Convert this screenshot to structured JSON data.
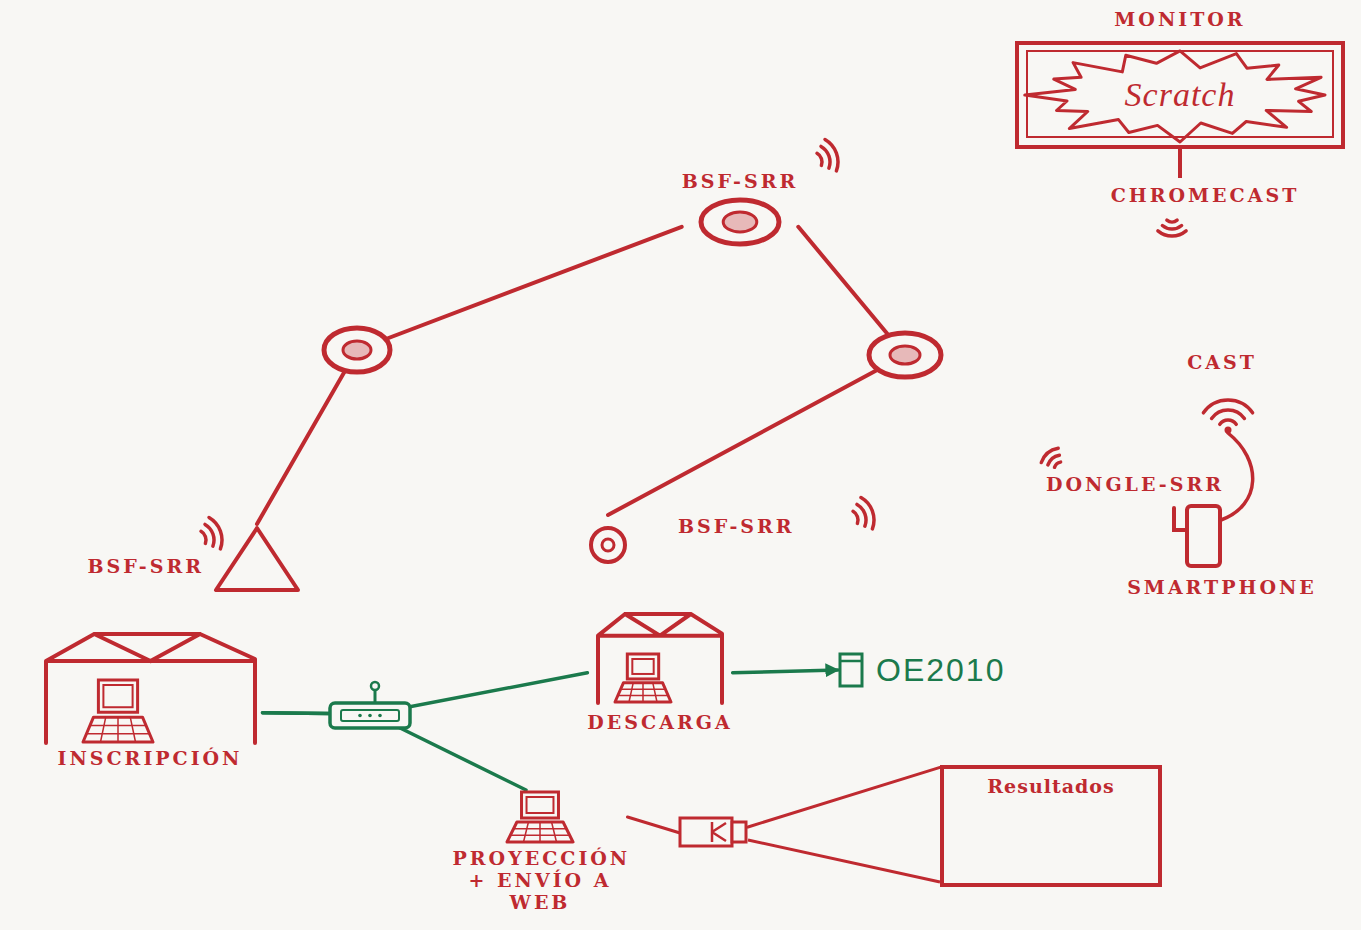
{
  "diagram": {
    "nodes": [
      {
        "text": [
          "MONITOR",
          "Scratch"
        ]
      },
      {
        "text": [
          "BSF-SRR"
        ]
      },
      {
        "text": [
          "SMARTPHONE"
        ]
      },
      {
        "text": [
          "BSF-SRR"
        ]
      },
      {
        "text": [
          "BSF-SRR"
        ]
      },
      {
        "text": [
          "INSCRIPCIÓN"
        ]
      },
      {
        "text": [
          "DESCARGA"
        ]
      },
      {
        "text": [
          "OE2010"
        ]
      },
      {
        "text": [
          "Resultados"
        ]
      },
      {
        "text": [
          "PROYECCIÓN + ENVÍO A WEB"
        ]
      }
    ],
    "edges": [
      {
        "from": 1,
        "to": 3,
        "arrow": "none"
      },
      {
        "from": 1,
        "to": 4,
        "arrow": "none"
      },
      {
        "from": 5,
        "to": 6,
        "arrow": "none"
      },
      {
        "from": 5,
        "to": 9,
        "arrow": "none"
      },
      {
        "from": 6,
        "to": 7,
        "arrow": "to"
      },
      {
        "from": 9,
        "to": 8,
        "arrow": "none"
      }
    ],
    "labels": [
      "CHROMECAST",
      "CAST",
      "DONGLE-SRR"
    ]
  }
}
